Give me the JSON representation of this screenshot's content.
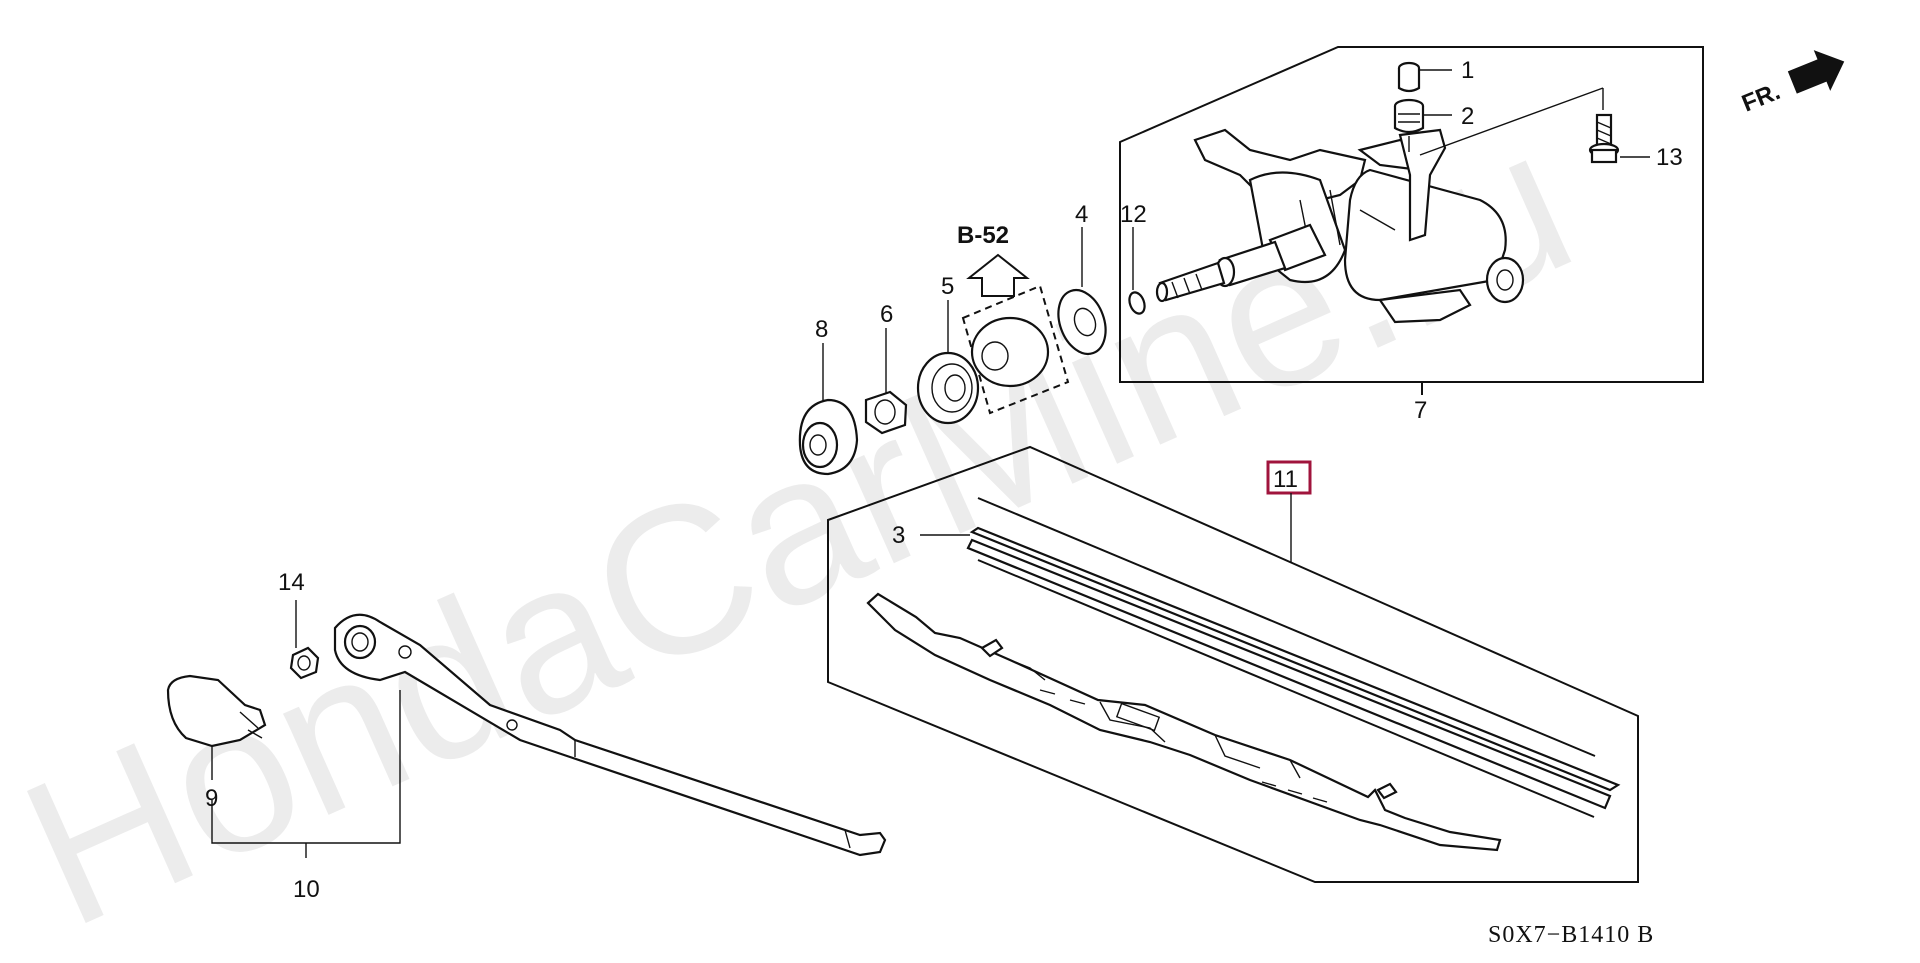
{
  "watermark": "HondaCarMine.ru",
  "direction_marker": "FR.",
  "reference_label": "B-52",
  "diagram_code": "S0X7−B1410 B",
  "highlight_color": "#a0143c",
  "callouts": {
    "c1": "1",
    "c2": "2",
    "c3": "3",
    "c4": "4",
    "c5": "5",
    "c6": "6",
    "c7": "7",
    "c8": "8",
    "c9": "9",
    "c10": "10",
    "c11": "11",
    "c12": "12",
    "c13": "13",
    "c14": "14"
  },
  "icons": {
    "fr_arrow": "arrow-right-icon",
    "ref_arrow": "arrow-up-outline-icon"
  }
}
